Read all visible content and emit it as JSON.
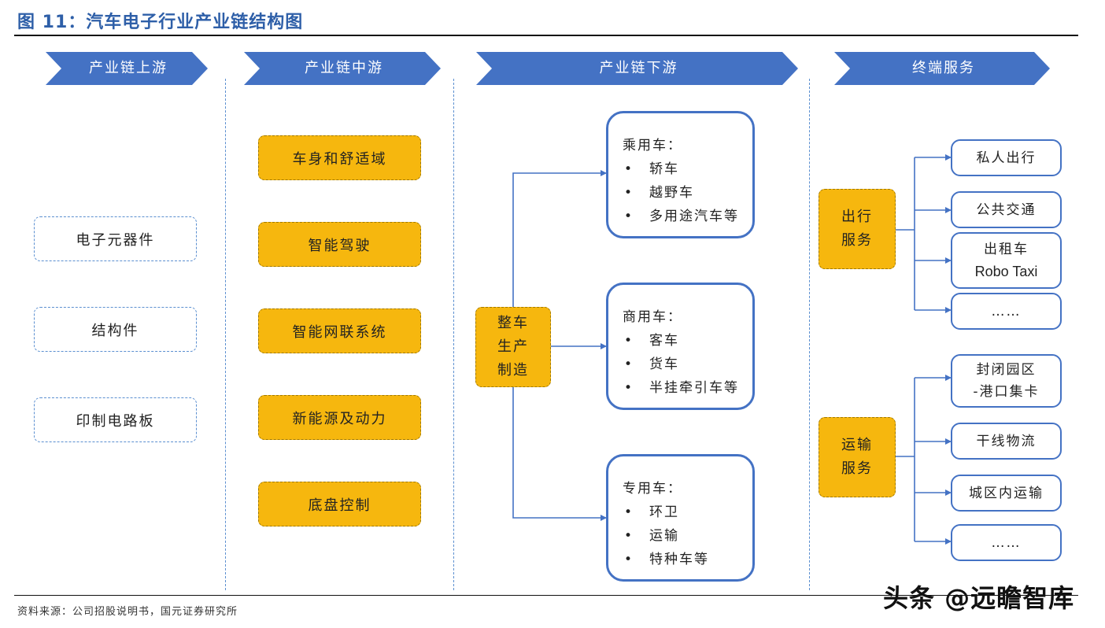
{
  "figure_title": "图 11：汽车电子行业产业链结构图",
  "columns": {
    "upstream": "产业链上游",
    "midstream": "产业链中游",
    "downstream": "产业链下游",
    "terminal": "终端服务"
  },
  "upstream_items": [
    "电子元器件",
    "结构件",
    "印制电路板"
  ],
  "midstream_items": [
    "车身和舒适域",
    "智能驾驶",
    "智能网联系统",
    "新能源及动力",
    "底盘控制"
  ],
  "manufacturing": {
    "line1": "整车",
    "line2": "生产",
    "line3": "制造"
  },
  "vehicle_types": [
    {
      "title": "乘用车：",
      "items": [
        "轿车",
        "越野车",
        "多用途汽车等"
      ]
    },
    {
      "title": "商用车：",
      "items": [
        "客车",
        "货车",
        "半挂牵引车等"
      ]
    },
    {
      "title": "专用车：",
      "items": [
        "环卫",
        "运输",
        "特种车等"
      ]
    }
  ],
  "services": [
    {
      "line1": "出行",
      "line2": "服务",
      "items": [
        {
          "line1": "私人出行",
          "line2": ""
        },
        {
          "line1": "公共交通",
          "line2": ""
        },
        {
          "line1": "出租车",
          "line2": "Robo Taxi"
        },
        {
          "line1": "……",
          "line2": ""
        }
      ]
    },
    {
      "line1": "运输",
      "line2": "服务",
      "items": [
        {
          "line1": "封闭园区",
          "line2": "-港口集卡"
        },
        {
          "line1": "干线物流",
          "line2": ""
        },
        {
          "line1": "城区内运输",
          "line2": ""
        },
        {
          "line1": "……",
          "line2": ""
        }
      ]
    }
  ],
  "source": "资料来源：公司招股说明书，国元证券研究所",
  "watermark": "头条 @远瞻智库",
  "colors": {
    "title_blue": "#2E5FA8",
    "header_blue": "#4472C4",
    "gold": "#F6B70E",
    "dash_blue": "#5B8FD0"
  }
}
